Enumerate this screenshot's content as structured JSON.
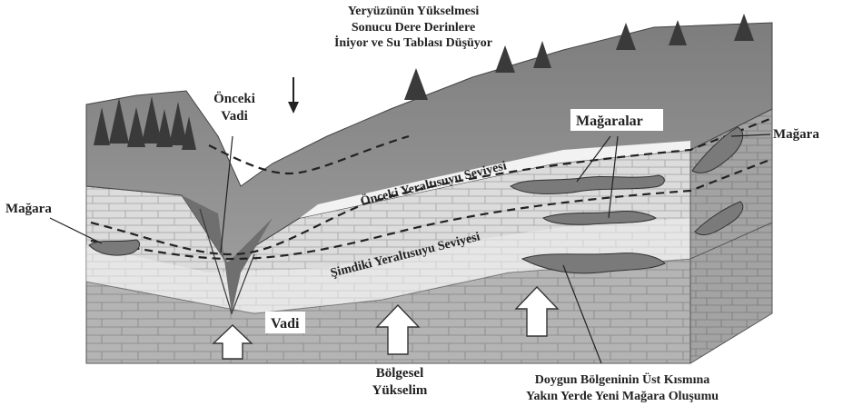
{
  "labels": {
    "top_caption": [
      "Yeryüzünün Yükselmesi",
      "Sonucu Dere Derinlere",
      "İniyor ve Su Tablası Düşüyor"
    ],
    "onceki_vadi": [
      "Önceki",
      "Vadi"
    ],
    "magaralar": "Mağaralar",
    "magara_right": "Mağara",
    "magara_left": "Mağara",
    "onceki_yeraltisuyu": "Önceki Yeraltısuyu Seviyesi",
    "simdiki_yeraltisuyu": "Şimdiki Yeraltısuyu Seviyesi",
    "vadi": "Vadi",
    "bolgesel_yukselim": [
      "Bölgesel",
      "Yükselim"
    ],
    "doygun_bolge": [
      "Doygun Bölgeninin Üst Kısmına",
      "Yakın Yerde Yeni Mağara Oluşumu"
    ]
  },
  "colors": {
    "hill": "#8a8a8a",
    "hill_dark": "#6e6e6e",
    "limestone": "#d9d9d9",
    "limestone_light": "#eeeeee",
    "bedrock": "#b9b9b9",
    "side": "#9a9a9a",
    "tree": "#3a3a3a",
    "line": "#2a2a2a"
  }
}
